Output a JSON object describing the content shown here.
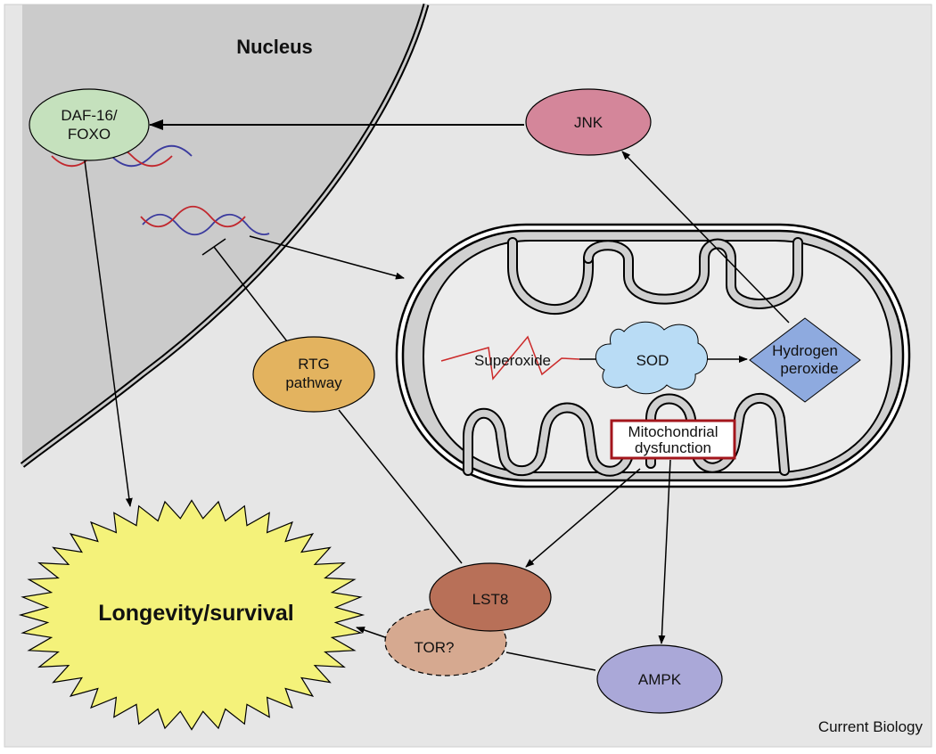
{
  "nucleus": {
    "label": "Nucleus"
  },
  "nodes": {
    "daf16": {
      "line1": "DAF-16/",
      "line2": "FOXO",
      "color": "#c5e1bd"
    },
    "jnk": {
      "label": "JNK",
      "color": "#d4869a"
    },
    "rtg": {
      "line1": "RTG",
      "line2": "pathway",
      "color": "#e3b35f"
    },
    "sod": {
      "label": "SOD",
      "color": "#b9dcf5"
    },
    "superoxide": {
      "label": "Superoxide",
      "color": "#cc2a2a"
    },
    "hydrogen_peroxide": {
      "line1": "Hydrogen",
      "line2": "peroxide",
      "color": "#8eaadf"
    },
    "mito_dysfunction": {
      "line1": "Mitochondrial",
      "line2": "dysfunction",
      "border": "#a3161c"
    },
    "lst8": {
      "label": "LST8",
      "color": "#b87058"
    },
    "tor": {
      "label": "TOR?",
      "color": "#d6a990"
    },
    "ampk": {
      "label": "AMPK",
      "color": "#aaa8d8"
    },
    "longevity": {
      "label": "Longevity/survival",
      "color": "#f4f27a"
    }
  },
  "colors": {
    "background": "#e6e6e6",
    "nucleus": "#cbcbcb",
    "mitochondrion": "#d0d0d0",
    "dna_red": "#c1272d",
    "dna_blue": "#3b3b9e"
  },
  "credit": "Current Biology"
}
